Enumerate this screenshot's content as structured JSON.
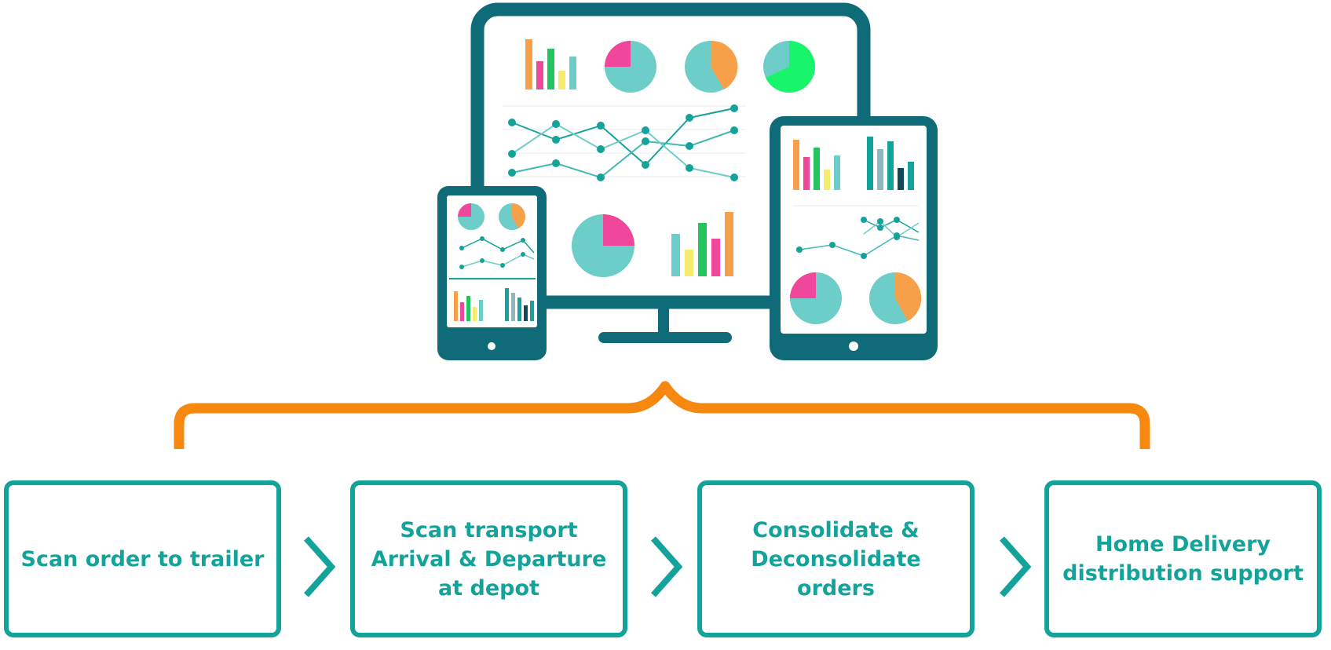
{
  "colors": {
    "teal": "#14a39a",
    "device_frame": "#0f6b78",
    "bracket_orange": "#f7880f",
    "chart_teal": "#6ccdc9",
    "chart_pink": "#f0479a",
    "chart_orange": "#f7a04a",
    "chart_green": "#22c55e",
    "chart_yellow": "#f4ec6c",
    "chart_neon_green": "#19f56a"
  },
  "illustration": {
    "devices": [
      "desktop-monitor",
      "smartphone",
      "tablet"
    ],
    "icons": [
      "bar-chart-icon",
      "pie-chart-icon",
      "line-chart-icon",
      "chevron-right-icon"
    ]
  },
  "steps": [
    {
      "label": "Scan order to trailer"
    },
    {
      "label": "Scan transport\nArrival & Departure\nat depot"
    },
    {
      "label": "Consolidate &\nDeconsolidate orders"
    },
    {
      "label": "Home Delivery\ndistribution support"
    }
  ]
}
